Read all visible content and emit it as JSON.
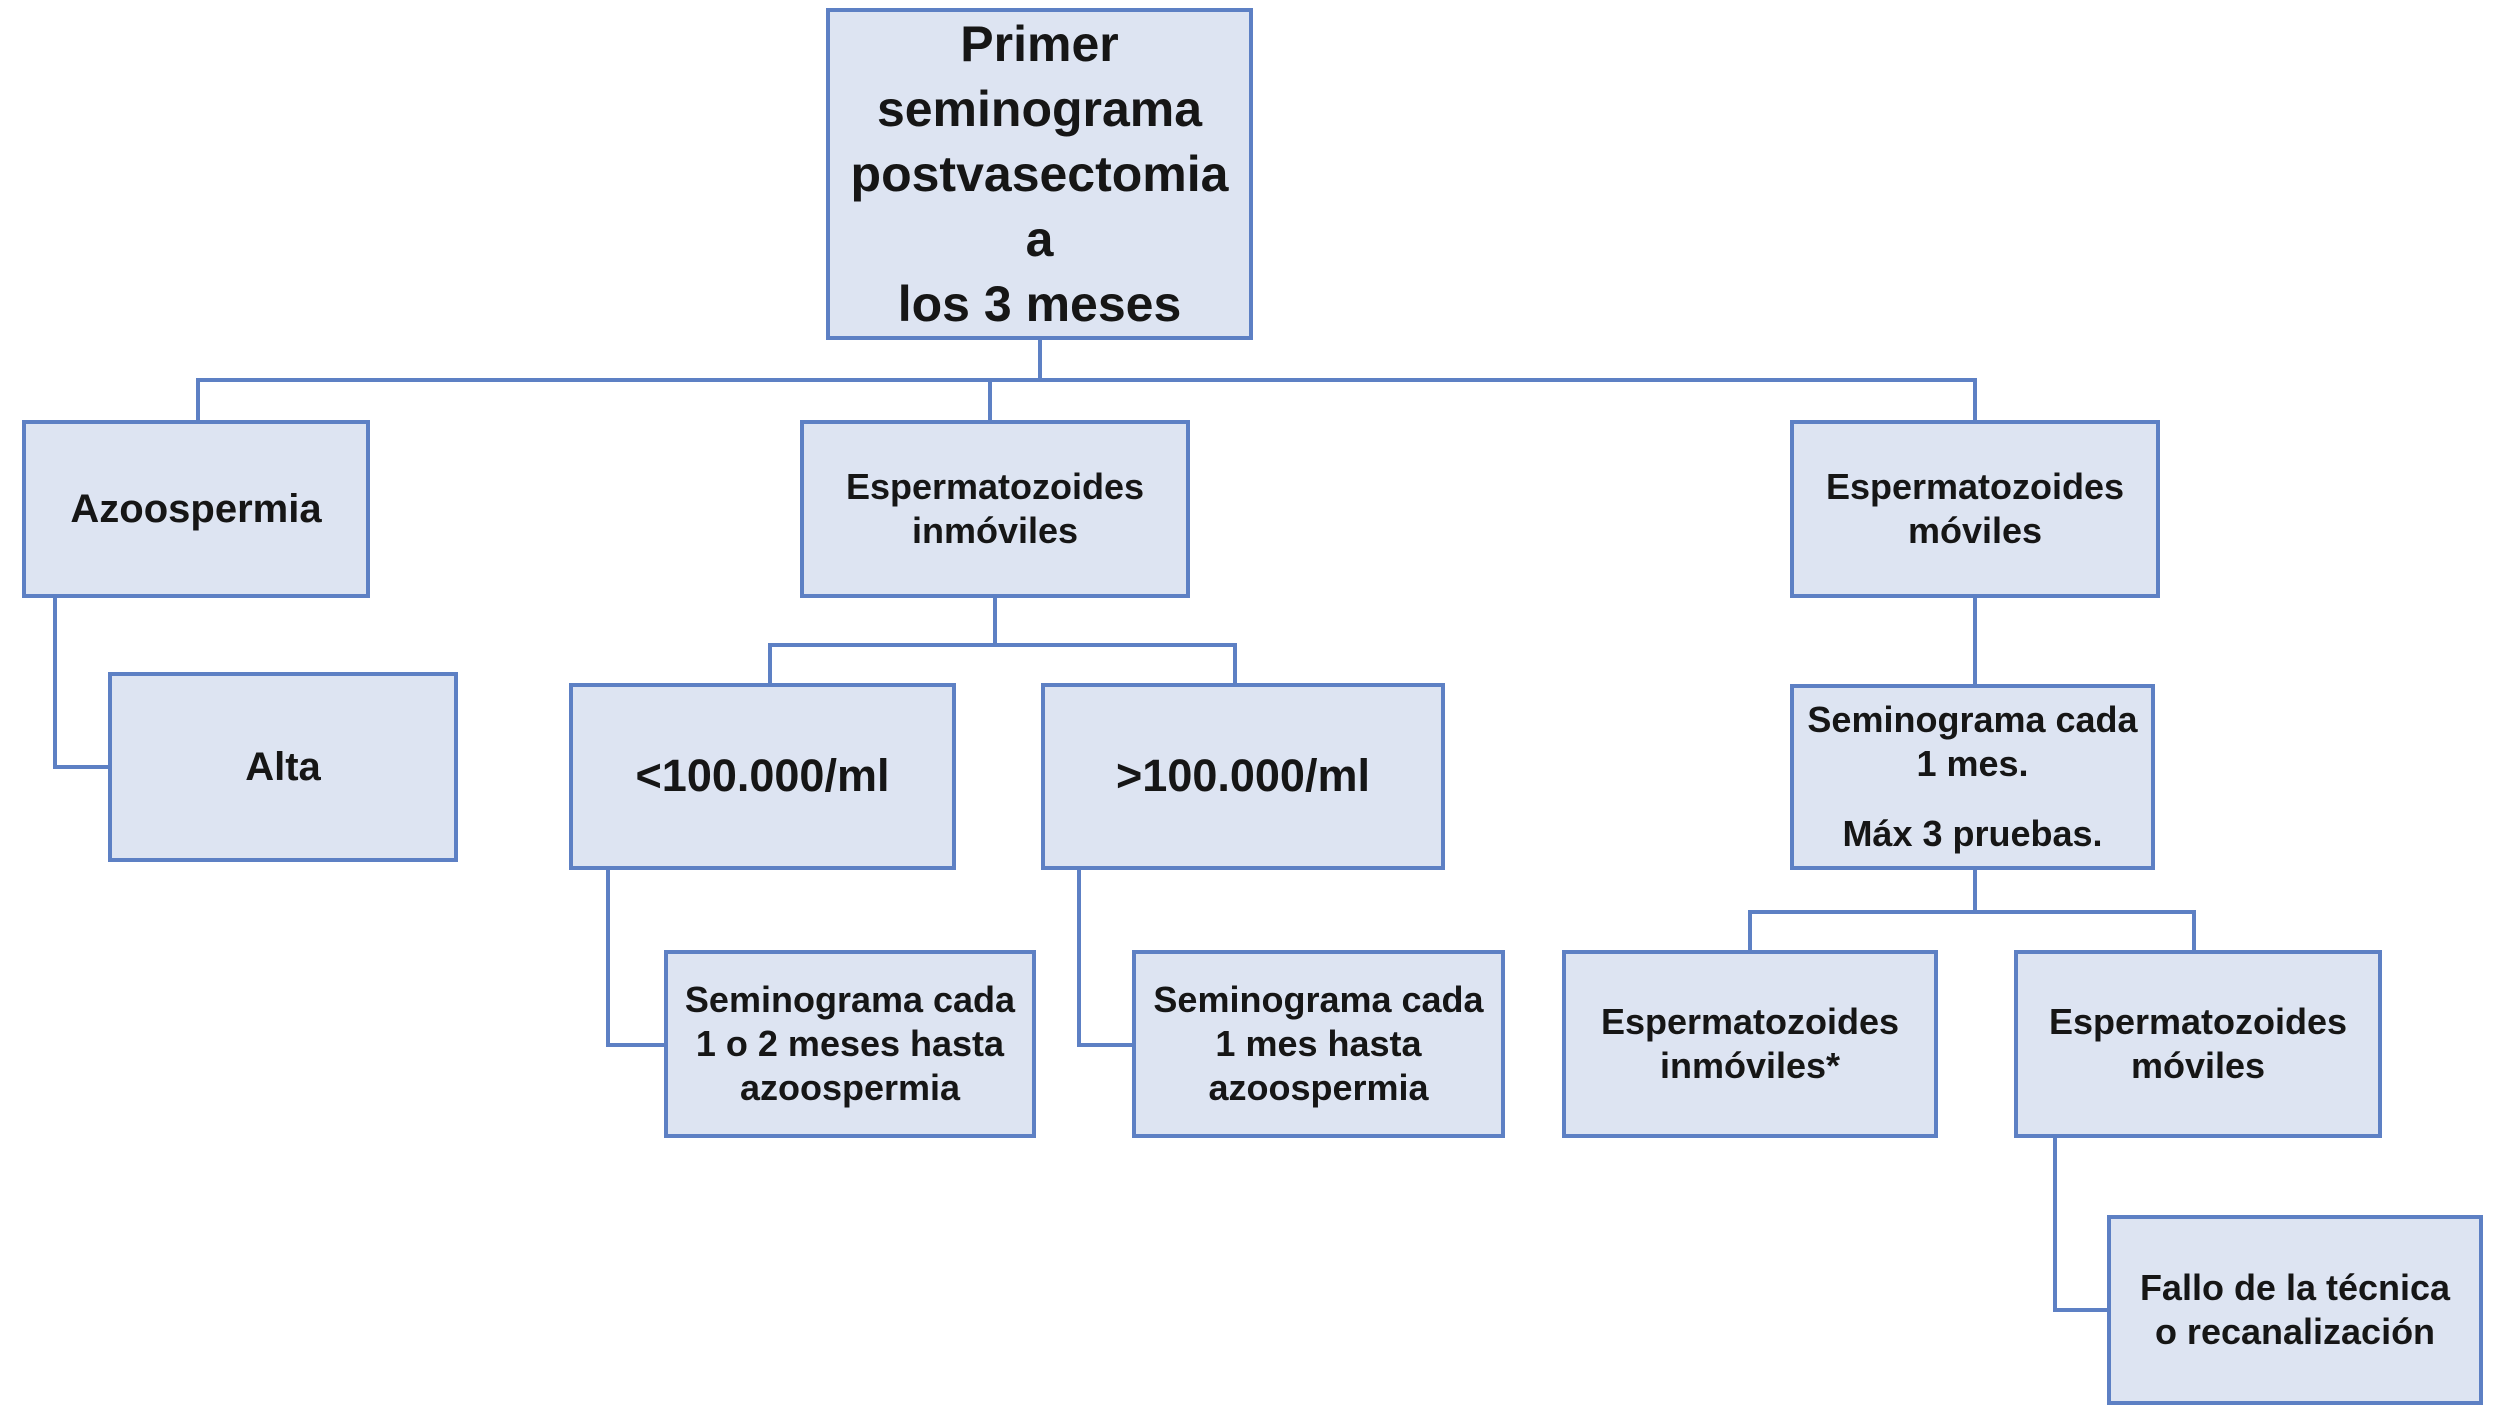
{
  "diagram": {
    "type": "flowchart",
    "language": "es",
    "colors": {
      "box_fill": "#dde4f2",
      "box_border": "#5d80c4",
      "connector": "#5d80c4",
      "text": "#161616",
      "background": "#ffffff"
    },
    "nodes": {
      "root": {
        "label": "Primer\nseminograma\npostvasectomia a\nlos 3 meses"
      },
      "azoospermia": {
        "label": "Azoospermia"
      },
      "inmoviles": {
        "label": "Espermatozoides\ninmóviles"
      },
      "moviles": {
        "label": "Espermatozoides\nmóviles"
      },
      "alta": {
        "label": "Alta"
      },
      "lt100k": {
        "label": "<100.000/ml"
      },
      "gt100k": {
        "label": ">100.000/ml"
      },
      "semino_max3": {
        "label": "Seminograma cada\n1 mes.",
        "label2": "Máx 3 pruebas."
      },
      "semino_cada_1_2": {
        "label": "Seminograma cada\n1 o 2 meses hasta\nazoospermia"
      },
      "semino_cada_1": {
        "label": "Seminograma cada\n1 mes hasta\nazoospermia"
      },
      "inmoviles_star": {
        "label": "Espermatozoides\ninmóviles*"
      },
      "moviles_2": {
        "label": "Espermatozoides\nmóviles"
      },
      "fallo": {
        "label": "Fallo de la técnica\no recanalización"
      }
    },
    "edges": [
      {
        "from": "root",
        "to": "azoospermia"
      },
      {
        "from": "root",
        "to": "inmoviles"
      },
      {
        "from": "root",
        "to": "moviles"
      },
      {
        "from": "azoospermia",
        "to": "alta"
      },
      {
        "from": "inmoviles",
        "to": "lt100k"
      },
      {
        "from": "inmoviles",
        "to": "gt100k"
      },
      {
        "from": "lt100k",
        "to": "semino_cada_1_2"
      },
      {
        "from": "gt100k",
        "to": "semino_cada_1"
      },
      {
        "from": "moviles",
        "to": "semino_max3"
      },
      {
        "from": "semino_max3",
        "to": "inmoviles_star"
      },
      {
        "from": "semino_max3",
        "to": "moviles_2"
      },
      {
        "from": "moviles_2",
        "to": "fallo"
      }
    ]
  }
}
